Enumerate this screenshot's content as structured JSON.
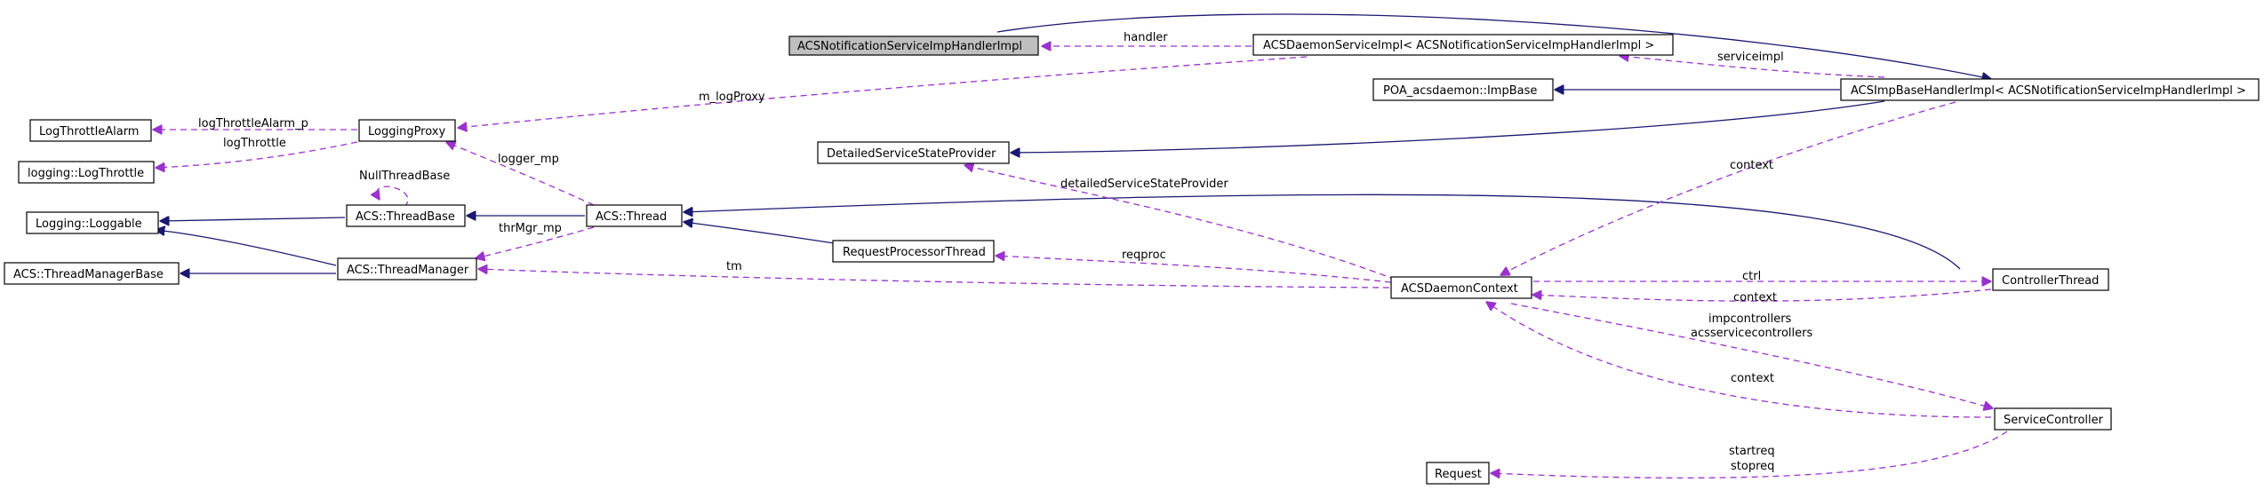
{
  "nodes": {
    "n_handler_impl": "ACSNotificationServiceImpHandlerImpl",
    "n_daemon_service_impl": "ACSDaemonServiceImpl< ACSNotificationServiceImpHandlerImpl >",
    "n_imp_base_handler": "ACSImpBaseHandlerImpl< ACSNotificationServiceImpHandlerImpl >",
    "n_poa_impbase": "POA_acsdaemon::ImpBase",
    "n_log_throttle_alarm": "LogThrottleAlarm",
    "n_logging_proxy": "LoggingProxy",
    "n_log_throttle": "logging::LogThrottle",
    "n_detailed_ssp": "DetailedServiceStateProvider",
    "n_loggable": "Logging::Loggable",
    "n_thread_base": "ACS::ThreadBase",
    "n_thread": "ACS::Thread",
    "n_thread_manager_base": "ACS::ThreadManagerBase",
    "n_thread_manager": "ACS::ThreadManager",
    "n_request_processor": "RequestProcessorThread",
    "n_daemon_context": "ACSDaemonContext",
    "n_controller_thread": "ControllerThread",
    "n_service_controller": "ServiceController",
    "n_request": "Request"
  },
  "edge_labels": {
    "handler": "handler",
    "serviceimpl": "serviceimpl",
    "m_logproxy": "m_logProxy",
    "logthrottlealarm_p": "logThrottleAlarm_p",
    "logthrottle": "logThrottle",
    "logger_mp": "logger_mp",
    "nullthreadbase": "NullThreadBase",
    "thrmgr_mp": "thrMgr_mp",
    "context_top": "context",
    "detailed_ssp": "detailedServiceStateProvider",
    "reqproc": "reqproc",
    "tm": "tm",
    "ctrl": "ctrl",
    "context_ctrl": "context",
    "impcontrollers": "impcontrollers",
    "acsservicecontrollers": "acsservicecontrollers",
    "context_sc": "context",
    "startreq": "startreq",
    "stopreq": "stopreq"
  }
}
